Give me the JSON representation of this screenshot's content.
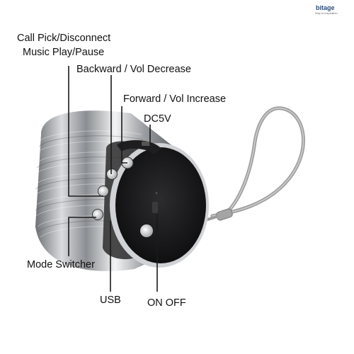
{
  "logo": {
    "name": "bitage",
    "tagline": "Way to inspiration"
  },
  "callouts": {
    "call_pick": "Call Pick/Disconnect",
    "music_play": "Music Play/Pause",
    "backward": "Backward / Vol Decrease",
    "forward": "Forward / Vol Increase",
    "dc5v": "DC5V",
    "mode_switcher": "Mode Switcher",
    "usb": "USB",
    "on_off": "ON OFF"
  },
  "colors": {
    "body_silver": "#b9bcc0",
    "face_black": "#1b1b1d",
    "strap_gray": "#9b9b9b",
    "callout_line": "#1a1a1a"
  }
}
